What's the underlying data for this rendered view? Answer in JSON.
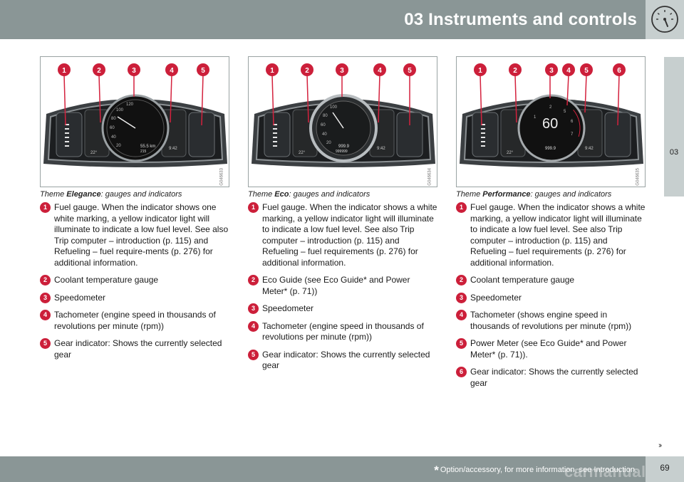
{
  "header": {
    "title": "03 Instruments and controls",
    "icon": "gauge-icon"
  },
  "side_tab": {
    "label": "03"
  },
  "panels": [
    {
      "markers": [
        "1",
        "2",
        "3",
        "4",
        "5"
      ],
      "speedo": {
        "top": "55.5 km",
        "bottom": "215",
        "ticks": [
          "120",
          "100",
          "80",
          "60",
          "40",
          "20"
        ]
      },
      "odo_left": "22°",
      "time": "9:42",
      "fig_code": "G046633",
      "caption_prefix": "Theme ",
      "caption_theme": "Elegance",
      "caption_suffix": ": gauges and indicators",
      "items": [
        {
          "num": "1",
          "text": "Fuel gauge. When the indicator shows one white marking, a yellow indicator light will illuminate to indicate a low fuel level. See also Trip computer – introduction (p. 115) and Refueling – fuel require-ments (p. 276) for additional information."
        },
        {
          "num": "2",
          "text": "Coolant temperature gauge"
        },
        {
          "num": "3",
          "text": "Speedometer"
        },
        {
          "num": "4",
          "text": "Tachometer (engine speed in thousands of revolutions per minute (rpm))"
        },
        {
          "num": "5",
          "text": "Gear indicator: Shows the currently selected gear"
        }
      ]
    },
    {
      "markers": [
        "1",
        "2",
        "3",
        "4",
        "5"
      ],
      "speedo": {
        "top": "999.9",
        "bottom": "999999",
        "ticks": [
          "100",
          "80",
          "60",
          "40",
          "20"
        ]
      },
      "odo_left": "22°",
      "time": "9:42",
      "fig_code": "G046634",
      "caption_prefix": "Theme ",
      "caption_theme": "Eco",
      "caption_suffix": ": gauges and indicators",
      "items": [
        {
          "num": "1",
          "text": "Fuel gauge. When the indicator shows a white marking, a yellow indicator light will illuminate to indicate a low fuel level. See also Trip computer – introduction (p. 115) and Refueling – fuel requirements (p. 276) for additional information."
        },
        {
          "num": "2",
          "text": "Eco Guide (see Eco Guide* and Power Meter* (p. 71))"
        },
        {
          "num": "3",
          "text": "Speedometer"
        },
        {
          "num": "4",
          "text": "Tachometer (engine speed in thousands of revolutions per minute (rpm))"
        },
        {
          "num": "5",
          "text": "Gear indicator: Shows the currently selected gear"
        }
      ]
    },
    {
      "markers": [
        "1",
        "2",
        "3",
        "4",
        "5",
        "6"
      ],
      "speedo": {
        "top": "60",
        "bottom": "999.9",
        "ticks": [
          "5",
          "6",
          "7",
          "2",
          "1"
        ]
      },
      "odo_left": "22°",
      "time": "9:42",
      "fig_code": "G046635",
      "caption_prefix": "Theme ",
      "caption_theme": "Performance",
      "caption_suffix": ": gauges and indicators",
      "items": [
        {
          "num": "1",
          "text": "Fuel gauge. When the indicator shows a white marking, a yellow indicator light will illuminate to indicate a low fuel level. See also Trip computer – introduction (p. 115) and Refueling – fuel requirements (p. 276) for additional information."
        },
        {
          "num": "2",
          "text": "Coolant temperature gauge"
        },
        {
          "num": "3",
          "text": "Speedometer"
        },
        {
          "num": "4",
          "text": "Tachometer (shows engine speed in thousands of revolutions per minute (rpm))"
        },
        {
          "num": "5",
          "text": "Power Meter (see Eco Guide* and Power Meter* (p. 71))."
        },
        {
          "num": "6",
          "text": "Gear indicator: Shows the currently selected gear"
        }
      ]
    }
  ],
  "footer": {
    "star": "*",
    "note": "Option/accessory, for more information, see Introduction.",
    "page": "69",
    "next_arrows": "››",
    "watermark": "carmanualsonline.info"
  },
  "colors": {
    "header_bg": "#8a9696",
    "tab_bg": "#c7cfcf",
    "marker_red": "#cc1f3a"
  }
}
